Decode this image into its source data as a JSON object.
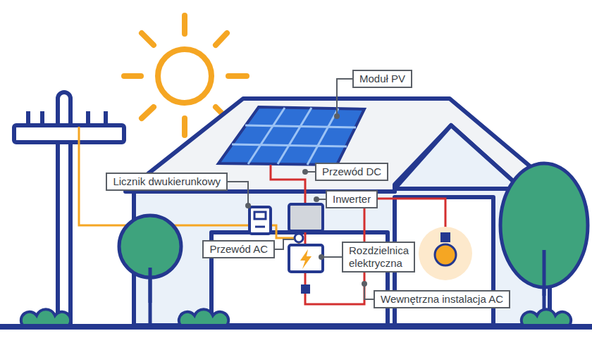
{
  "diagram": {
    "nodes": [
      {
        "text": [
          "Moduł PV"
        ]
      },
      {
        "text": [
          "Przewód DC"
        ]
      },
      {
        "text": [
          "Licznik dwukierunkowy"
        ]
      },
      {
        "text": [
          "Inwerter"
        ]
      },
      {
        "text": [
          "Przewód AC"
        ]
      },
      {
        "text": [
          "Rozdzielnica elektryczna"
        ]
      },
      {
        "text": [
          "Wewnętrzna instalacja AC"
        ]
      }
    ]
  }
}
